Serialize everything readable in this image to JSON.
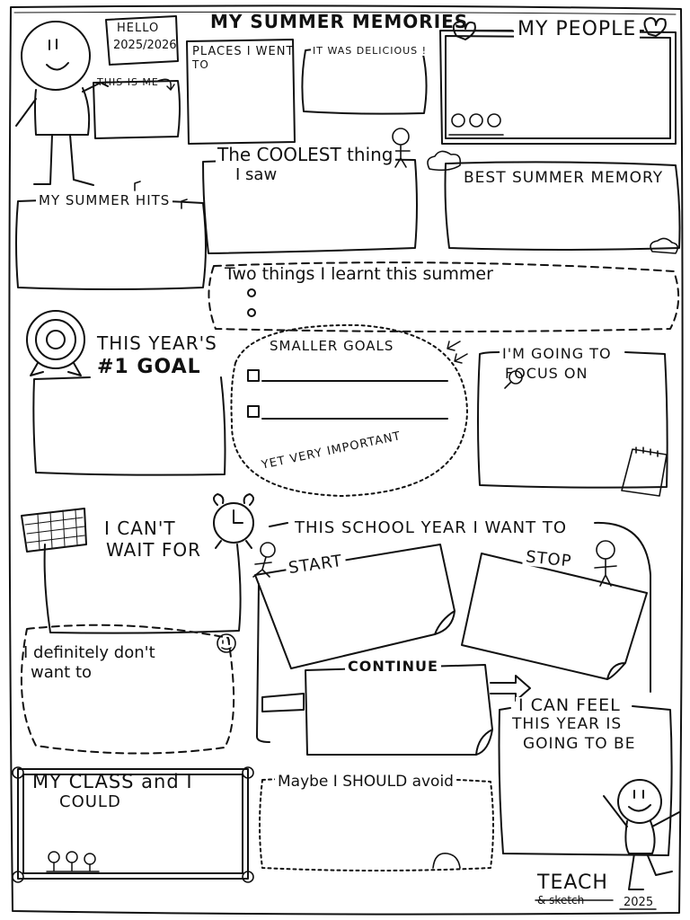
{
  "title": "MY SUMMER MEMORIES",
  "hello": {
    "line1": "HELLO",
    "line2": "2025/2026"
  },
  "this_is_me": "THIS IS ME",
  "places": {
    "line1": "PLACES I WENT",
    "line2": "TO"
  },
  "delicious": "IT WAS DELICIOUS !",
  "my_people": "MY PEOPLE",
  "coolest": {
    "line1": "The COOLEST thing",
    "line2": "I saw"
  },
  "best_memory": "BEST SUMMER MEMORY",
  "summer_hits": "MY SUMMER HITS",
  "two_things": "Two things I learnt this summer",
  "goal": {
    "line1": "THIS YEAR'S",
    "line2": "#1 GOAL"
  },
  "smaller_goals": "SMALLER GOALS",
  "yet_important": "YET VERY IMPORTANT",
  "focus": {
    "line1": "I'M GOING TO",
    "line2": "FOCUS ON"
  },
  "cant_wait": {
    "line1": "I CAN'T",
    "line2": "WAIT FOR"
  },
  "school_year": "THIS SCHOOL YEAR I WANT TO",
  "start": "START",
  "stop": "STOP",
  "continue": "CONTINUE",
  "dont_want": {
    "line1": "I definitely don't",
    "line2": "want to"
  },
  "can_feel": {
    "line1": "I CAN FEEL",
    "line2": "THIS YEAR IS",
    "line3": "GOING TO BE"
  },
  "class_could": {
    "line1": "MY CLASS and I",
    "line2": "COULD"
  },
  "avoid": "Maybe I SHOULD avoid",
  "brand": {
    "line1": "TEACH",
    "line2": "& sketch",
    "year": "2025"
  },
  "icons": [
    "stick-figure-icon",
    "heart-icon",
    "smiley-icon",
    "target-icon",
    "calendar-icon",
    "alarm-clock-icon",
    "magnifier-icon",
    "notepad-icon",
    "cloud-icon",
    "music-note-icon",
    "arrow-icon"
  ]
}
